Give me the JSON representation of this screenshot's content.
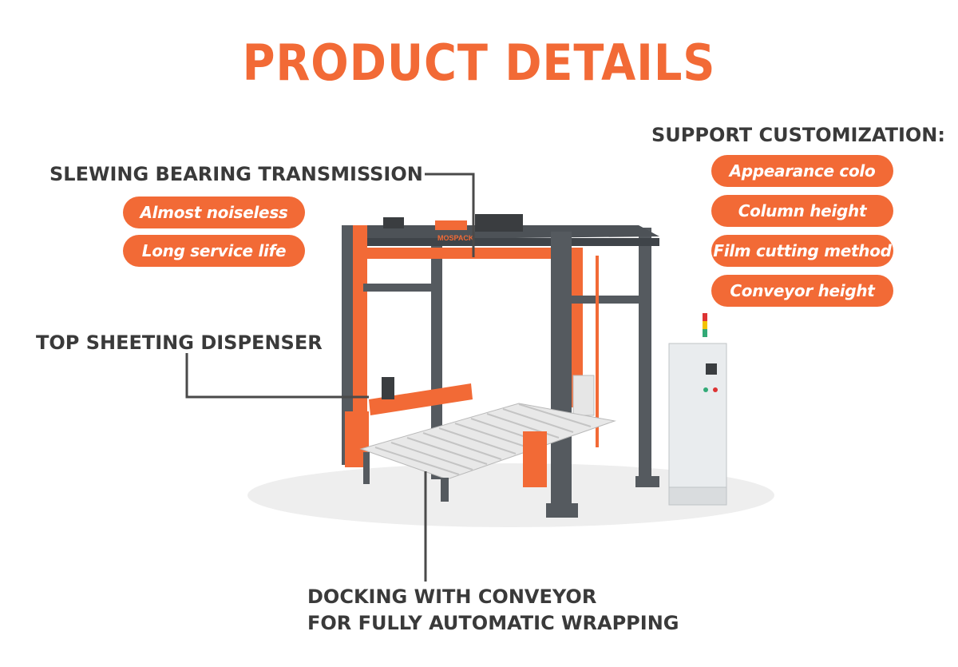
{
  "title": "PRODUCT  DETAILS",
  "colors": {
    "accent": "#f26a36",
    "text": "#3a3a3a",
    "frame": "#555a5f",
    "line": "#4a4a4a"
  },
  "features": {
    "slewing": {
      "heading": "SLEWING BEARING TRANSMISSION",
      "pills": [
        "Almost  noiseless",
        "Long service life"
      ]
    },
    "top_sheeting": {
      "heading": "TOP SHEETING DISPENSER"
    },
    "docking": {
      "line1": "DOCKING WITH CONVEYOR",
      "line2": "FOR FULLY AUTOMATIC WRAPPING"
    },
    "customization": {
      "heading": "SUPPORT CUSTOMIZATION:",
      "pills": [
        "Appearance colo",
        "Column height",
        "Film cutting method",
        "Conveyor height"
      ]
    }
  },
  "machine": {
    "brand_text": "MOSPACK"
  }
}
